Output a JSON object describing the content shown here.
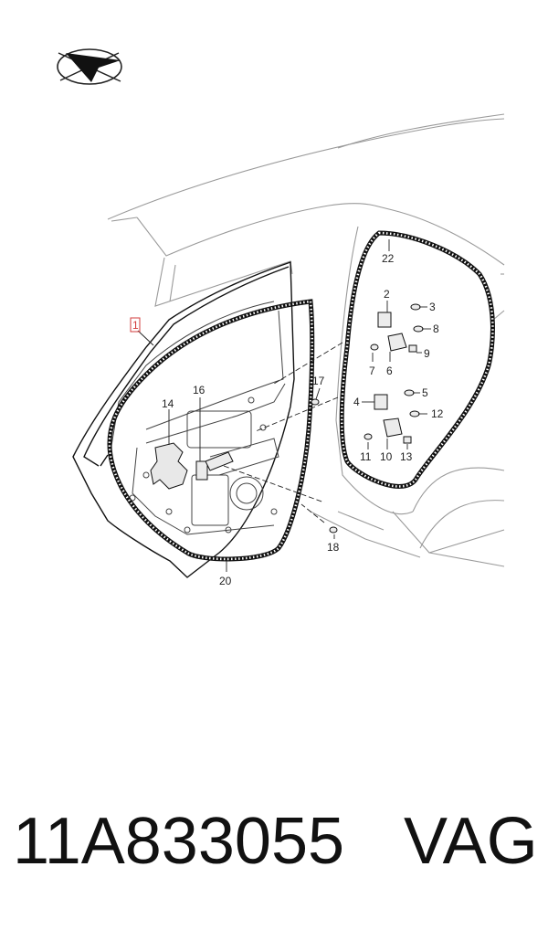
{
  "callouts": {
    "c1": "1",
    "c2": "2",
    "c3": "3",
    "c4": "4",
    "c5": "5",
    "c6": "6",
    "c7": "7",
    "c8": "8",
    "c9": "9",
    "c10": "10",
    "c11": "11",
    "c12": "12",
    "c13": "13",
    "c14": "14",
    "c16": "16",
    "c17": "17",
    "c18": "18",
    "c20": "20",
    "c22": "22"
  },
  "highlight_color": "#d23b3b",
  "footer": {
    "part_number": "11A833055",
    "brand": "VAG"
  },
  "icons": {
    "logo": "compass-arrow-logo-icon"
  }
}
